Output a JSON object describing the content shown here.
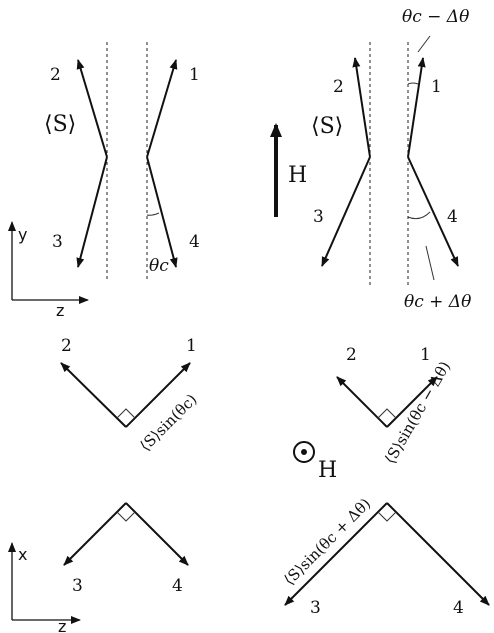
{
  "labels": {
    "one": "1",
    "two": "2",
    "three": "3",
    "four": "4",
    "spin": "⟨S⟩",
    "field": "H",
    "theta_c": "θc",
    "theta_minus": "θc − Δθ",
    "theta_plus": "θc + Δθ",
    "y_axis": "y",
    "z_axis": "z",
    "x_axis": "x",
    "proj_1": "⟨S⟩sin(θc)",
    "proj_2": "⟨S⟩sin(θc − Δθ)",
    "proj_3": "⟨S⟩sin(θc + Δθ)",
    "field_out": "⊙"
  }
}
